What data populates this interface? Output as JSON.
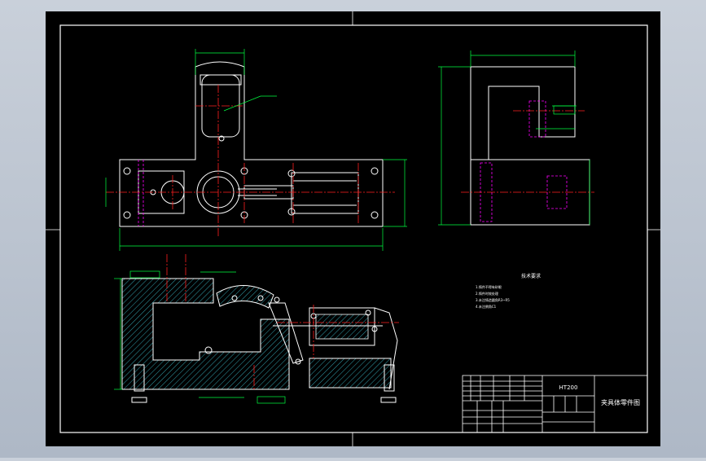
{
  "drawing": {
    "material": "HT200",
    "title": "夹具体零件图",
    "notes_heading": "技术要求",
    "notes": [
      "1.铸件不得有砂眼",
      "2.铸件时效处理",
      "3.未注铸造圆角R3~R5",
      "4.未注倒角C1"
    ]
  },
  "colors": {
    "background": "#000000",
    "sheet_border": "#ffffff",
    "outline": "#ffffff",
    "centerline": "#ff2020",
    "dimension": "#00ff40",
    "hidden": "#ff00ff",
    "hatch": "#3ec8d8",
    "text": "#ffffff"
  }
}
